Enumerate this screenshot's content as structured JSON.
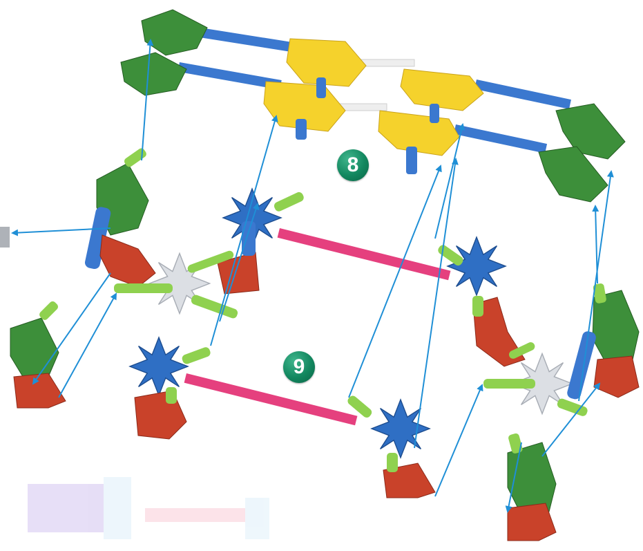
{
  "steps": [
    {
      "number": "8"
    },
    {
      "number": "9"
    }
  ],
  "colors": {
    "background": "#ffffff",
    "rod_blue": "#3b78cf",
    "rod_pink": "#e5407e",
    "rod_white": "#f2f2f2",
    "connector_green": "#3d8f3a",
    "connector_yellow": "#f5d22c",
    "connector_blue": "#2f6fc4",
    "connector_red": "#c9422a",
    "connector_white": "#dcdfe4",
    "connector_lime": "#8fd14f",
    "arrow": "#1f8fd6",
    "badge": "#12875f"
  },
  "icons": [
    "assembly-arrow-icon",
    "step-number-badge"
  ]
}
